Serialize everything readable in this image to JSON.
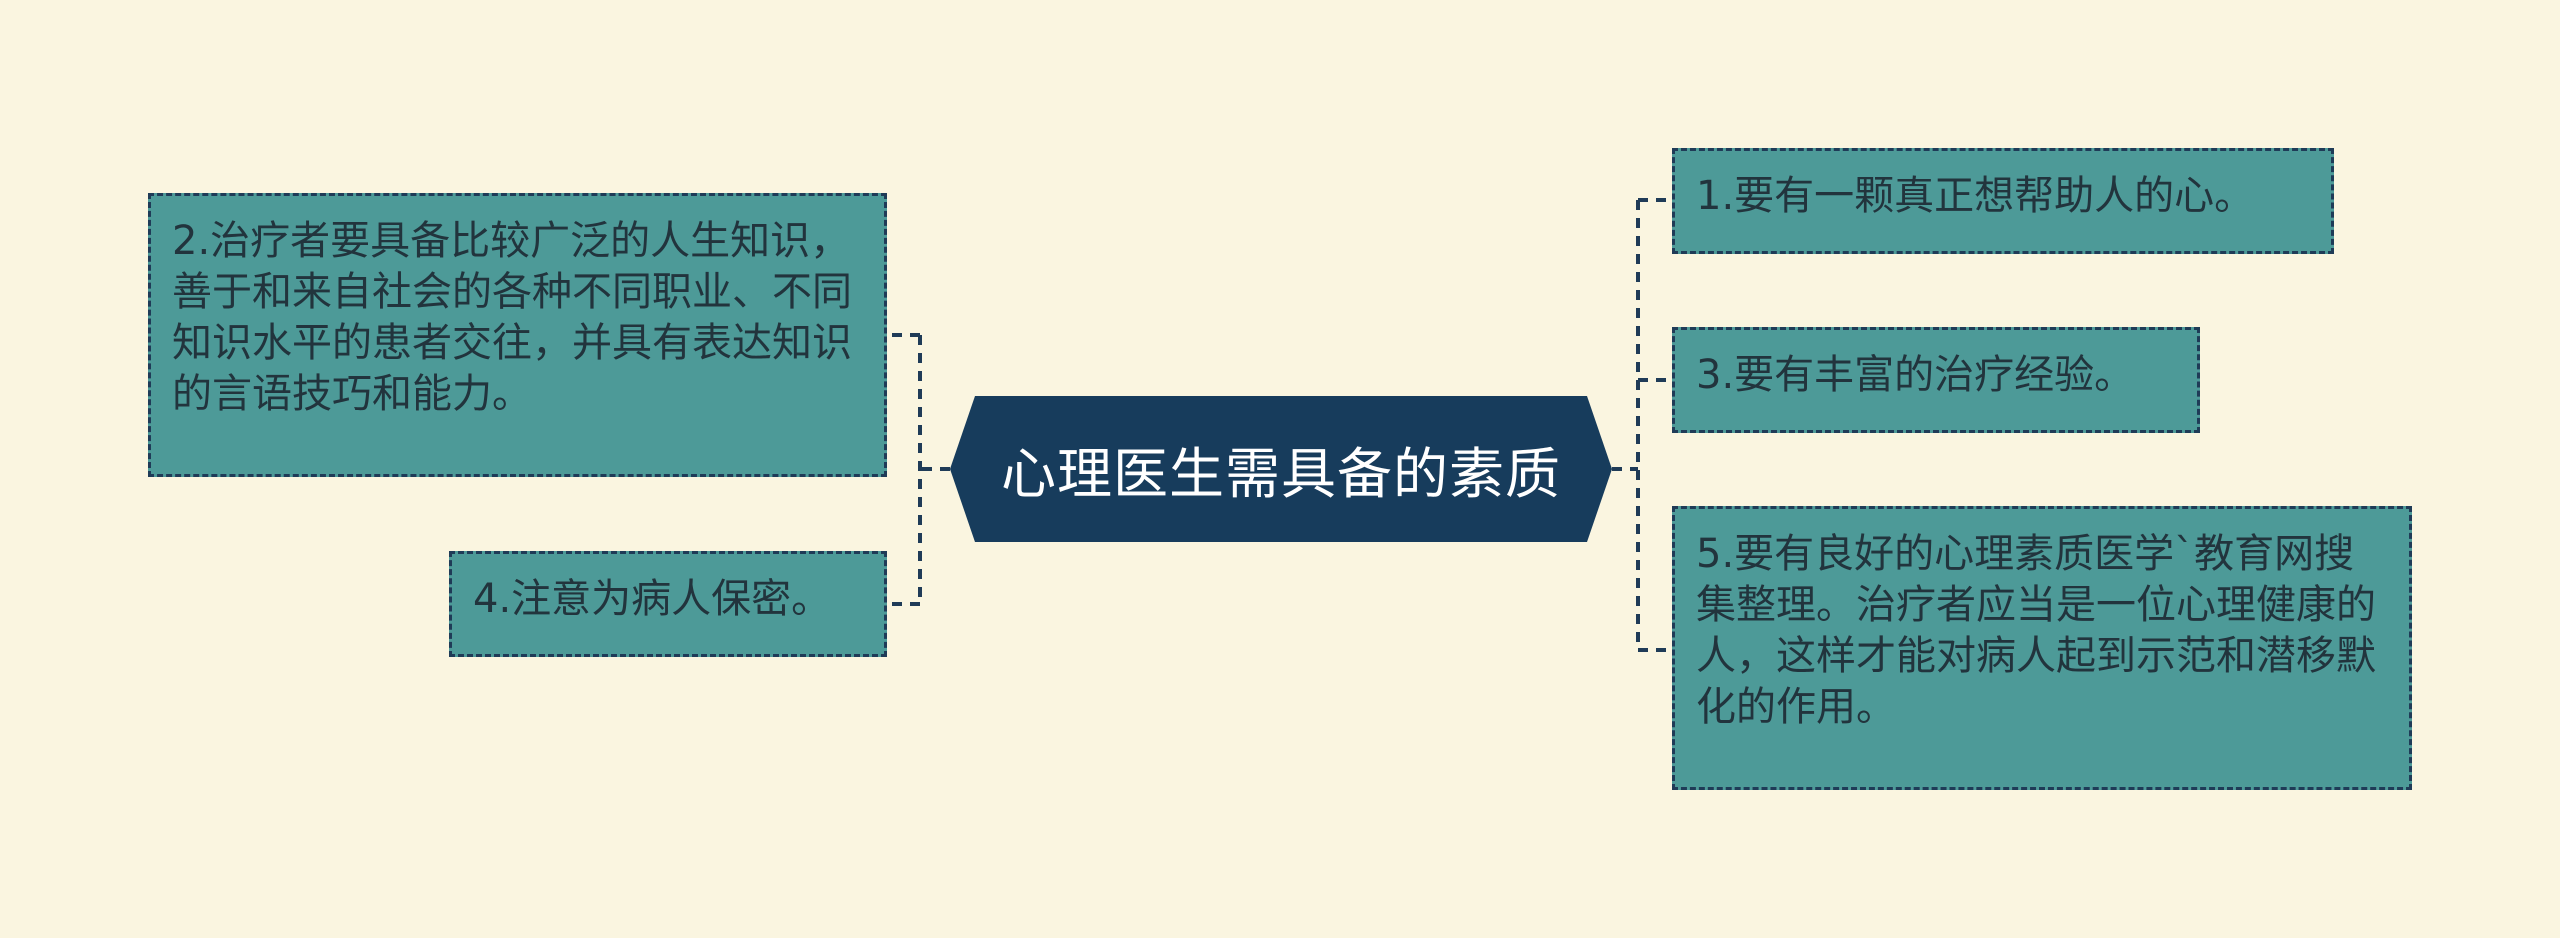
{
  "mindmap": {
    "center": {
      "label": "心理医生需具备的素质"
    },
    "right_branches": [
      {
        "label": "1.要有一颗真正想帮助人的心。"
      },
      {
        "label": "3.要有丰富的治疗经验。"
      },
      {
        "label": "5.要有良好的心理素质医学`教育网搜集整理。治疗者应当是一位心理健康的人，这样才能对病人起到示范和潜移默化的作用。"
      }
    ],
    "left_branches": [
      {
        "label": "2.治疗者要具备比较广泛的人生知识，善于和来自社会的各种不同职业、不同知识水平的患者交往，并具有表达知识的言语技巧和能力。"
      },
      {
        "label": "4.注意为病人保密。"
      }
    ]
  },
  "colors": {
    "background": "#faf5e0",
    "center_fill": "#173c5c",
    "node_fill": "#4d9a98",
    "node_border": "#1f3b57",
    "connector": "#1f3b57"
  }
}
